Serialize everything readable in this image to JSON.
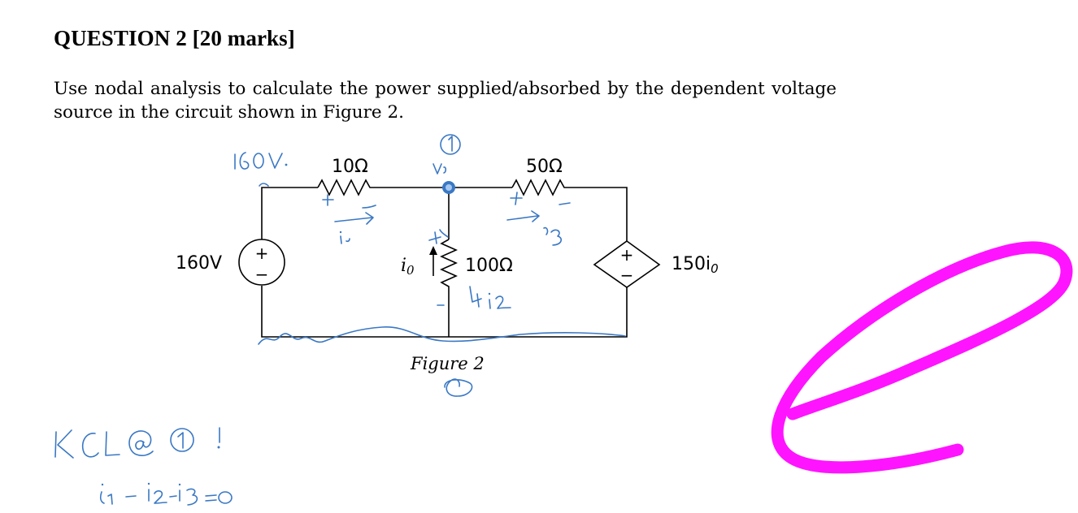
{
  "question": {
    "title": "QUESTION 2 [20 marks]",
    "body_line1": "Use nodal analysis to calculate the power supplied/absorbed by the dependent voltage",
    "body_line2": "source in the circuit shown in Figure 2."
  },
  "circuit": {
    "source_label": "160V",
    "r1_label": "10Ω",
    "r2_label": "50Ω",
    "r3_label": "100Ω",
    "current_label": "i",
    "current_subscript": "0",
    "dep_source_label": "150i",
    "dep_source_subscript": "0",
    "plus_sign": "+",
    "minus_sign": "−"
  },
  "figure_caption": "Figure 2",
  "handwriting": {
    "ink_color": "#3a78c4",
    "highlight_color": "#ff14ff",
    "node_1": "1",
    "v1_note": "v₁",
    "node_voltage_note": "160V.",
    "i1_note": "i₁",
    "i2_note": "i₂",
    "i3_note": "i₃",
    "kcl_note": "KCL @ ① !",
    "equation_note": "i₁ − i₂ − i₃ = 0"
  }
}
